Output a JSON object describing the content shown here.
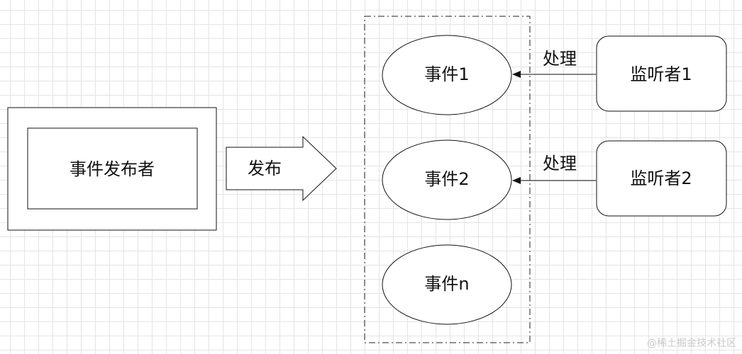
{
  "diagram": {
    "publisher_label": "事件发布者",
    "publish_label": "发布",
    "events": [
      {
        "label": "事件1"
      },
      {
        "label": "事件2"
      },
      {
        "label": "事件n"
      }
    ],
    "listeners": [
      {
        "label": "监听者1",
        "edge_label": "处理"
      },
      {
        "label": "监听者2",
        "edge_label": "处理"
      }
    ]
  },
  "watermark": "@稀土掘金技术社区"
}
